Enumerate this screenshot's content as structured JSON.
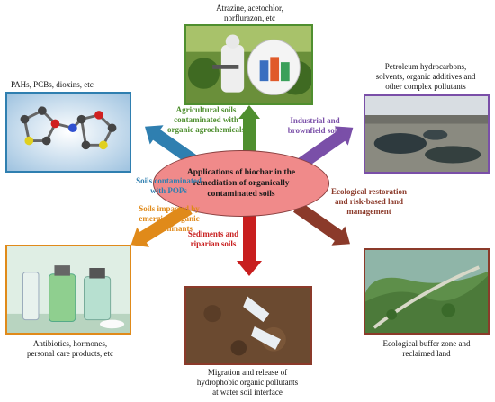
{
  "center": {
    "lines": [
      "Applications of biochar in the",
      "remediation of organically",
      "contaminated soils"
    ]
  },
  "categories": {
    "agricultural": {
      "lines": [
        "Agricultural soils",
        "contaminated with",
        "organic agrochemicals"
      ],
      "color": "#4f8f2f"
    },
    "industrial": {
      "lines": [
        "Industrial and",
        "brownfield soils"
      ],
      "color": "#7a4fa8"
    },
    "pops": {
      "lines": [
        "Soils contaminated",
        "with POPs"
      ],
      "color": "#2f7fb0"
    },
    "emerging": {
      "lines": [
        "Soils impacted by",
        "emerging organic",
        "contaminants"
      ],
      "color": "#e08a1a"
    },
    "sediments": {
      "lines": [
        "Sediments and",
        "riparian soils"
      ],
      "color": "#c81e1e"
    },
    "ecological": {
      "lines": [
        "Ecological restoration",
        "and risk-based land",
        "management"
      ],
      "color": "#8b3a2a"
    }
  },
  "captions": {
    "agricultural": [
      "Atrazine, acetochlor,",
      "norflurazon, etc"
    ],
    "pops": [
      "PAHs, PCBs, dioxins, etc"
    ],
    "industrial": [
      "Petroleum hydrocarbons,",
      "solvents, organic additives and",
      "other complex pollutants"
    ],
    "emerging": [
      "Antibiotics, hormones,",
      "personal care products, etc"
    ],
    "sediments": [
      "Migration and release of",
      "hydrophobic organic pollutants",
      "at water soil interface"
    ],
    "ecological": [
      "Ecological buffer zone and",
      "reclaimed land"
    ]
  },
  "photo_borders": {
    "agricultural": "#4f8f2f",
    "pops": "#2f7fb0",
    "industrial": "#7a4fa8",
    "emerging": "#e08a1a",
    "sediments": "#8b3a2a",
    "ecological": "#8b3a2a"
  }
}
